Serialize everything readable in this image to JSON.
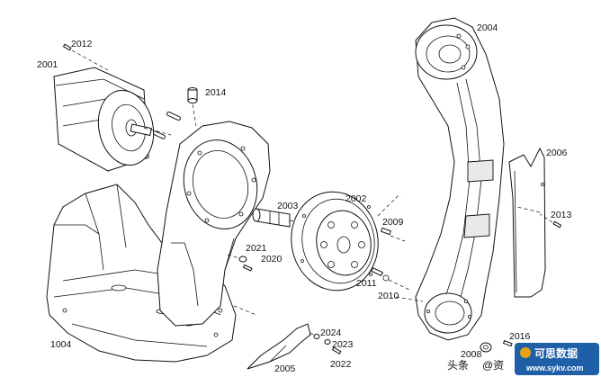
{
  "labels": {
    "l2012": "2012",
    "l2001": "2001",
    "l2014": "2014",
    "l2004": "2004",
    "l2006": "2006",
    "l2013": "2013",
    "l2003": "2003",
    "l2002": "2002",
    "l2009": "2009",
    "l2021": "2021",
    "l2020": "2020",
    "l2011": "2011",
    "l2010": "2010",
    "l1004": "1004",
    "l2024": "2024",
    "l2023": "2023",
    "l2022": "2022",
    "l2005": "2005",
    "l2016": "2016",
    "l2008": "2008"
  },
  "watermark": {
    "headline_prefix": "头条",
    "headline_handle": "@资",
    "site_name": "可思数据",
    "site_url": "www.sykv.com"
  }
}
